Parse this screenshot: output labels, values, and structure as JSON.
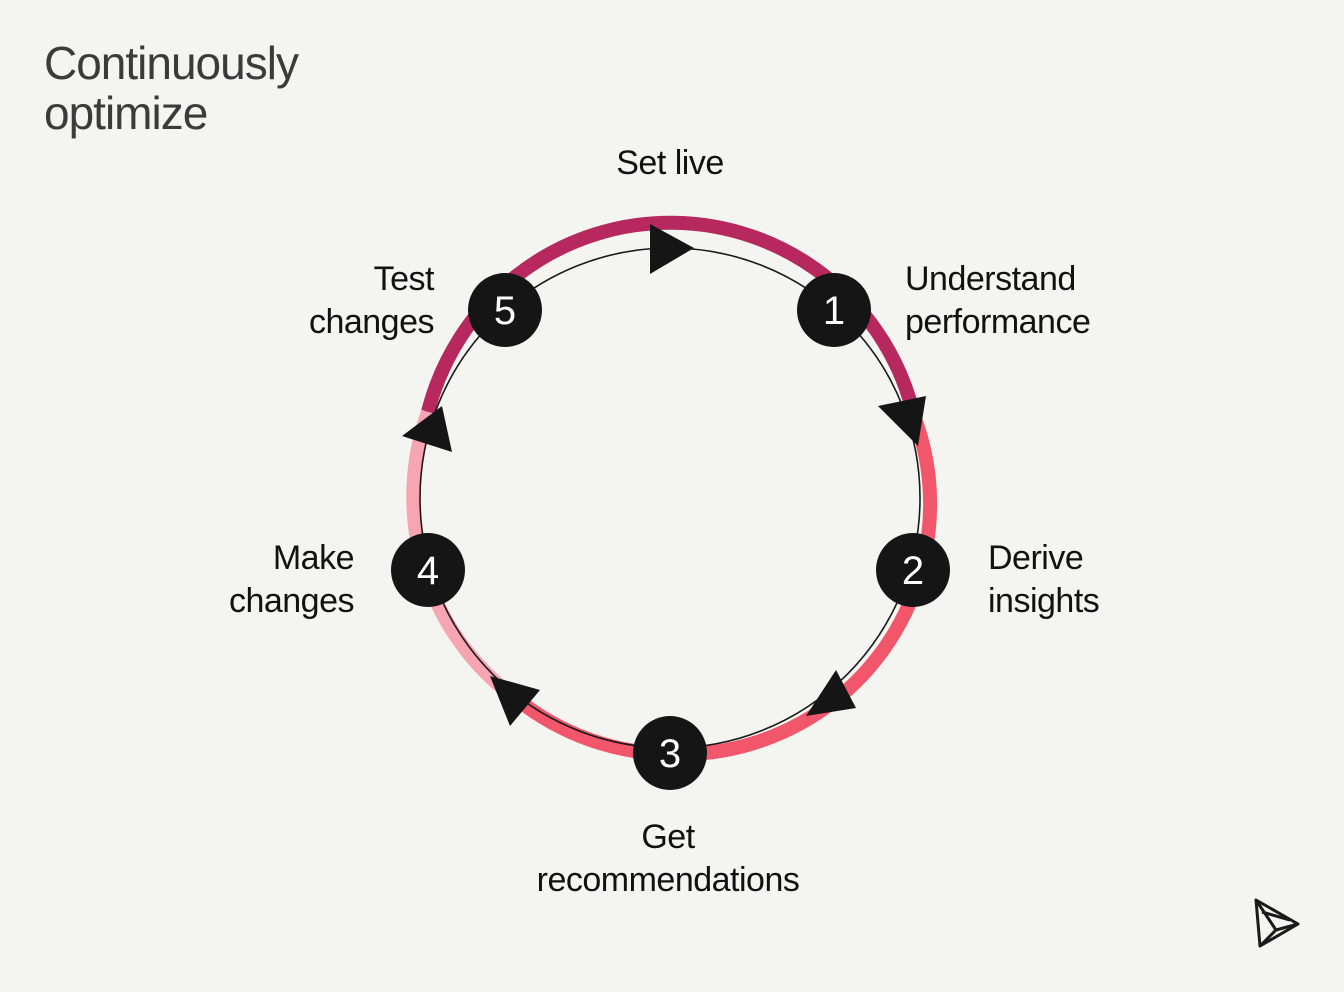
{
  "title": {
    "line1": "Continuously",
    "line2": "optimize"
  },
  "start_label": "Set live",
  "steps": [
    {
      "number": "1",
      "line1": "Understand",
      "line2": "performance"
    },
    {
      "number": "2",
      "line1": "Derive",
      "line2": "insights"
    },
    {
      "number": "3",
      "line1": "Get",
      "line2": "recommendations"
    },
    {
      "number": "4",
      "line1": "Make",
      "line2": "changes"
    },
    {
      "number": "5",
      "line1": "Test",
      "line2": "changes"
    }
  ],
  "colors": {
    "background": "#f4f4f0",
    "ring_dark": "#b7285f",
    "ring_mid": "#f2566b",
    "ring_light": "#f7a5b3",
    "node": "#151515",
    "text": "#111111",
    "title": "#3b3b3b"
  },
  "logo": {
    "icon": "prism-triangle-logo"
  }
}
